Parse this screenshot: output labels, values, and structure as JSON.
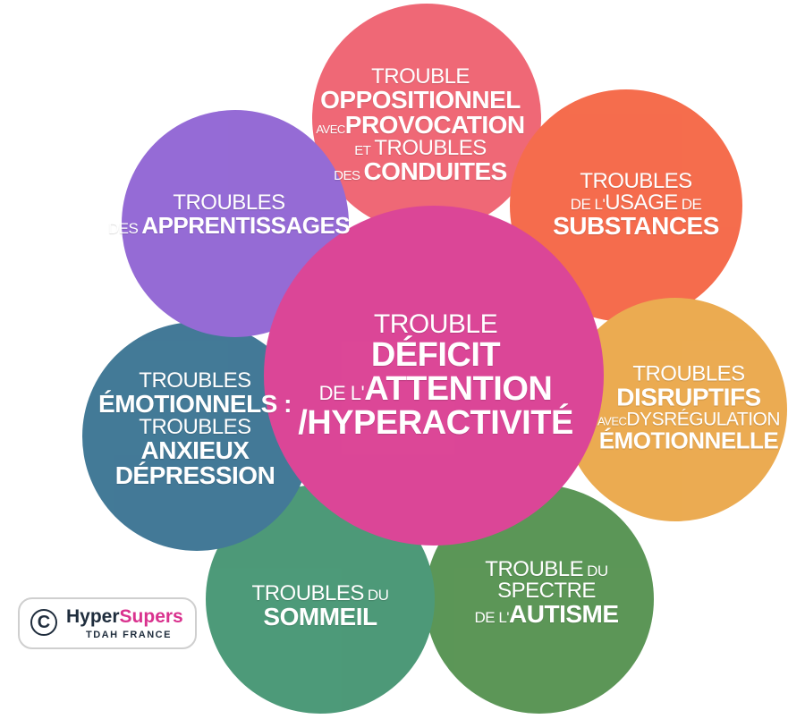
{
  "colors": {
    "center": "#d8338c",
    "top": "#ee5868",
    "top_right": "#f45d3a",
    "right": "#e9a23f",
    "bottom_right": "#4a8b45",
    "bottom": "#3a8f6a",
    "left": "#2f6b8c",
    "top_left": "#8a5bd1"
  },
  "circles": {
    "center": {
      "l1": "TROUBLE",
      "l2": "DÉFICIT",
      "l3a": "DE L'",
      "l3b": "ATTENTION",
      "l4": "/HYPERACTIVITÉ"
    },
    "top": {
      "l1": "TROUBLE",
      "l2": "OPPOSITIONNEL",
      "l3a": "AVEC",
      "l3b": "PROVOCATION",
      "l4a": "ET",
      "l4b": "TROUBLES",
      "l5a": "DES",
      "l5b": "CONDUITES"
    },
    "top_right": {
      "l1": "TROUBLES",
      "l2a": "DE L'",
      "l2b": "USAGE",
      "l2c": "DE",
      "l3": "SUBSTANCES"
    },
    "right": {
      "l1": "TROUBLES",
      "l2": "DISRUPTIFS",
      "l3a": "AVEC",
      "l3b": "DYSRÉGULATION",
      "l4": "ÉMOTIONNELLE"
    },
    "bottom_right": {
      "l1a": "TROUBLE",
      "l1b": "DU",
      "l2": "SPECTRE",
      "l3a": "DE L'",
      "l3b": "AUTISME"
    },
    "bottom": {
      "l1a": "TROUBLES",
      "l1b": "DU",
      "l2": "SOMMEIL"
    },
    "left": {
      "l1": "TROUBLES",
      "l2": "ÉMOTIONNELS :",
      "l3": "TROUBLES",
      "l4": "ANXIEUX",
      "l5": "DÉPRESSION"
    },
    "top_left": {
      "l1": "TROUBLES",
      "l2a": "DES",
      "l2b": "APPRENTISSAGES"
    }
  },
  "logo": {
    "copyright": "C",
    "brand_part1": "Hyper",
    "brand_part2": "Supers",
    "subtitle": "TDAH FRANCE"
  }
}
